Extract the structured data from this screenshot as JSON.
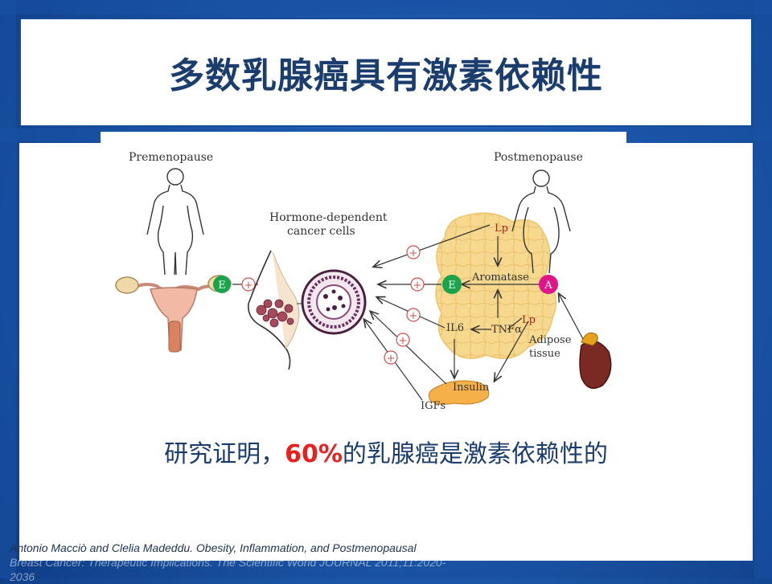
{
  "slide": {
    "title": "多数乳腺癌具有激素依赖性",
    "subtitle_before": "研究证明，",
    "subtitle_highlight": "60%",
    "subtitle_after": "的乳腺癌是激素依赖性的",
    "citation_line1": "Antonio Macciò and Clelia Madeddu. Obesity, Inflammation, and Postmenopausal",
    "citation_line2": "Breast Cancer: Therapeutic Implications. The Scientific World JOURNAL 2011;11:2020-",
    "citation_line3": "2036"
  },
  "diagram": {
    "premenopause_label": "Premenopause",
    "postmenopause_label": "Postmenopause",
    "hormone_label_line1": "Hormone-dependent",
    "hormone_label_line2": "cancer cells",
    "e_left": "E",
    "e_right": "E",
    "a_node": "A",
    "lp_top": "Lp",
    "lp_bottom": "Lp",
    "aromatase": "Aromatase",
    "il6": "IL6",
    "tnf": "TNFα",
    "adipose_line1": "Adipose",
    "adipose_line2": "tissue",
    "insulin": "Insulin",
    "igfs": "IGFs",
    "plus": "+",
    "colors": {
      "estrogen_green": "#1aa34a",
      "androgen_magenta": "#e0158a",
      "adipose_yellow": "#f7d88f",
      "pancreas_orange": "#f5b04a",
      "kidney_brown": "#7a2a22",
      "adrenal_gold": "#e7a21b",
      "uterus_peach": "#f2b9a4"
    }
  }
}
